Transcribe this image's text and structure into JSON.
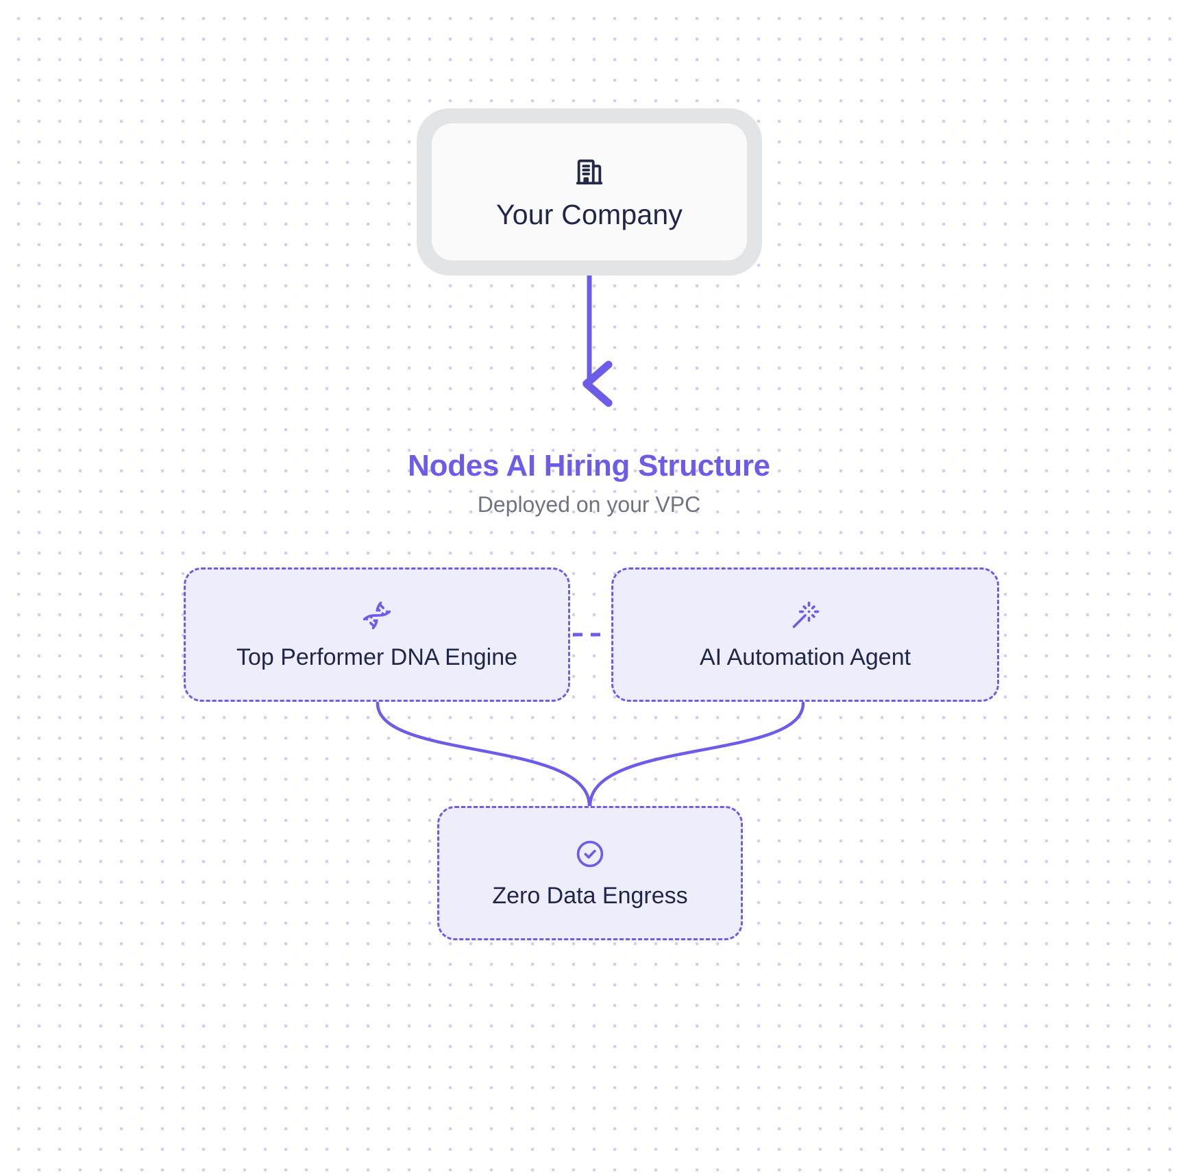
{
  "diagram": {
    "title": "Nodes AI Hiring Structure",
    "subtitle": "Deployed on your VPC",
    "accent_color": "#6c5ce7",
    "node_fill_color": "#eeedfb",
    "text_color": "#1f2647",
    "subtitle_color": "#6f7382",
    "background_dot_color": "#cfcbf4",
    "top_node": {
      "label": "Your Company",
      "icon": "building-icon",
      "shell_color": "#e3e4e6",
      "card_color": "#ffffff"
    },
    "nodes": [
      {
        "id": "dna",
        "label": "Top Performer DNA Engine",
        "icon": "dna-icon"
      },
      {
        "id": "agent",
        "label": "AI Automation Agent",
        "icon": "magic-wand-icon"
      },
      {
        "id": "egress",
        "label": "Zero Data Engress",
        "icon": "check-circle-icon"
      }
    ],
    "connectors": [
      {
        "from": "Your Company",
        "to": "Nodes AI Hiring Structure",
        "style": "solid-arrow-down"
      },
      {
        "from": "Top Performer DNA Engine",
        "to": "AI Automation Agent",
        "style": "dashed-horizontal"
      },
      {
        "from": "Top Performer DNA Engine",
        "to": "Zero Data Engress",
        "style": "curve"
      },
      {
        "from": "AI Automation Agent",
        "to": "Zero Data Engress",
        "style": "curve"
      }
    ]
  }
}
